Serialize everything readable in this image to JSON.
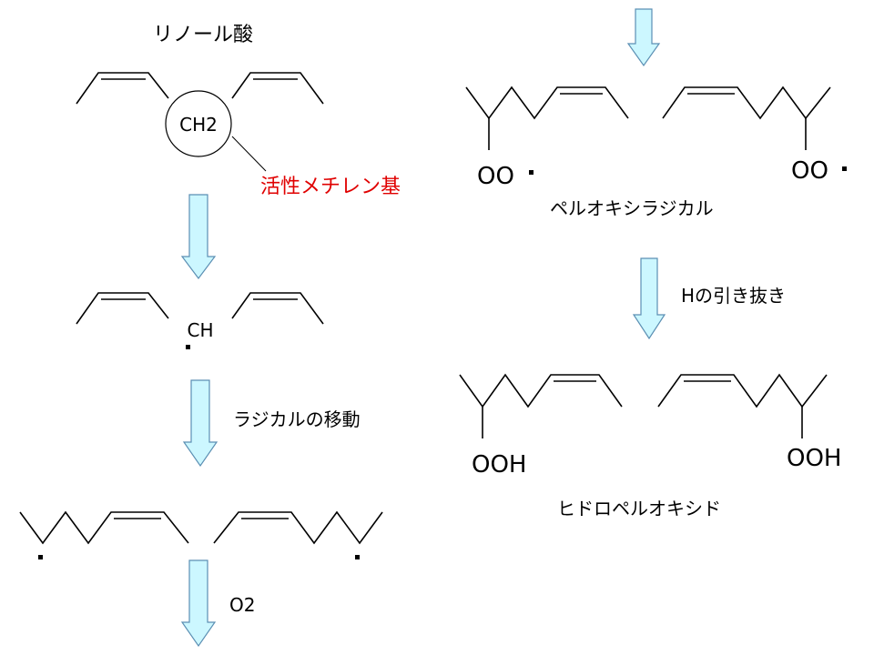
{
  "colors": {
    "arrow_fill": "#ccf7ff",
    "arrow_stroke": "#5b8fb3",
    "highlight_text": "#e00000",
    "structure": "#000000"
  },
  "labels": {
    "linoleic_acid": "リノール酸",
    "ch2": "CH2",
    "active_methylene": "活性メチレン基",
    "ch": "CH",
    "radical_shift": "ラジカルの移動",
    "o2": "O2",
    "peroxy_left": "OO",
    "peroxy_right": "OO",
    "peroxy_radical": "ペルオキシラジカル",
    "h_abstraction": "Hの引き抜き",
    "ooh_left": "OOH",
    "ooh_right": "OOH",
    "hydroperoxide": "ヒドロペルオキシド"
  },
  "icons": {
    "flow_arrow": "down-arrow-icon",
    "radical": "radical-dot-icon"
  }
}
